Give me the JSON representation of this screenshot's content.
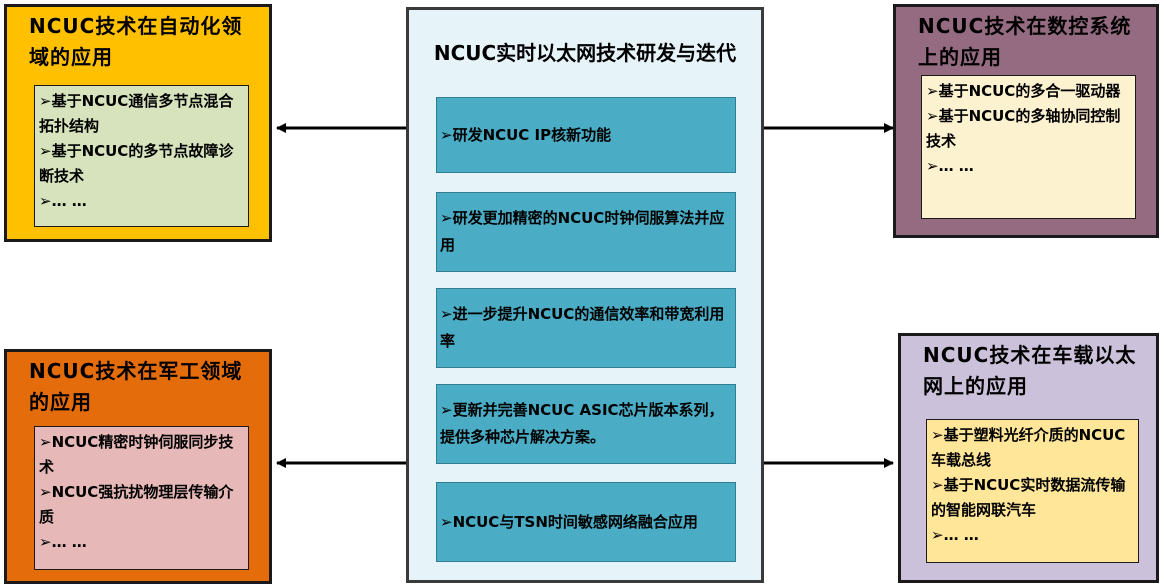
{
  "center": {
    "title": "NCUC实时以太网技术研发与迭代",
    "items": [
      "➢研发NCUC IP核新功能",
      "➢研发更加精密的NCUC时钟伺服算法并应用",
      "➢进一步提升NCUC的通信效率和带宽利用率",
      "➢更新并完善NCUC ASIC芯片版本系列，提供多种芯片解决方案。",
      "➢NCUC与TSN时间敏感网络融合应用"
    ]
  },
  "top_left": {
    "title": "NCUC技术在自动化领域的应用",
    "items": [
      "➢基于NCUC通信多节点混合拓扑结构",
      "➢基于NCUC的多节点故障诊断技术",
      "➢… …"
    ]
  },
  "bottom_left": {
    "title": "NCUC技术在军工领域的应用",
    "items": [
      "➢NCUC精密时钟伺服同步技术",
      "➢NCUC强抗扰物理层传输介质",
      "➢… …"
    ]
  },
  "top_right": {
    "title": "NCUC技术在数控系统上的应用",
    "items": [
      "➢基于NCUC的多合一驱动器",
      "➢基于NCUC的多轴协同控制技术",
      "➢… …"
    ]
  },
  "bottom_right": {
    "title": "NCUC技术在车载以太网上的应用",
    "items": [
      "➢基于塑料光纤介质的NCUC车载总线",
      "➢基于NCUC实时数据流传输的智能网联汽车",
      "➢… …"
    ]
  },
  "colors": {
    "center_bg": "#e6f3f8",
    "center_item_bg": "#4aacc5",
    "top_left_bg": "#ffc000",
    "top_left_inner": "#d6e3bc",
    "bottom_left_bg": "#e46c0a",
    "bottom_left_inner": "#e6b9b8",
    "top_right_bg": "#956b81",
    "top_right_inner": "#fdf2d0",
    "bottom_right_bg": "#ccc1da",
    "bottom_right_inner": "#ffe699"
  }
}
